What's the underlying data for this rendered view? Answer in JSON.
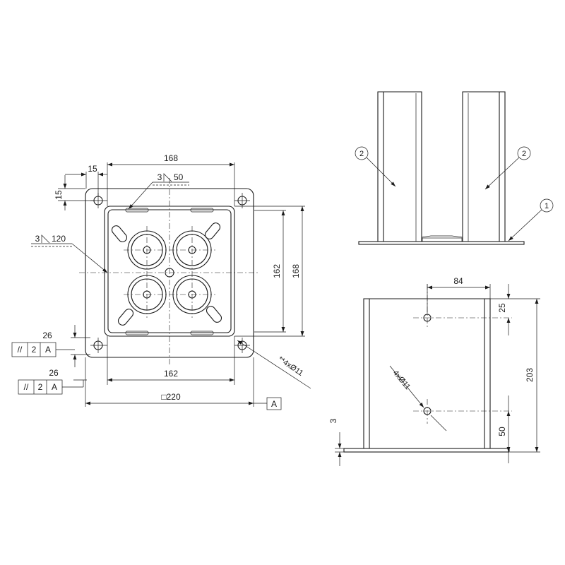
{
  "plan_view": {
    "dim_top_width": "168",
    "dim_edge_offset": "15",
    "dim_left_offset": "15",
    "weld_top": {
      "size": "3",
      "length": "50"
    },
    "weld_left": {
      "size": "3",
      "length": "120"
    },
    "dim_right_inner": "162",
    "dim_right_outer": "168",
    "tol_frame_1": {
      "symbol": "//",
      "value": "2",
      "datum": "A"
    },
    "tol_dim_1": "26",
    "tol_frame_2": {
      "symbol": "//",
      "value": "2",
      "datum": "A"
    },
    "tol_dim_2": "26",
    "dim_bottom_inner": "162",
    "dim_bottom_outer": "□220",
    "datum_label": "A",
    "hole_callout": "**4xØ11"
  },
  "front_view": {
    "balloon_left": "2",
    "balloon_right": "2",
    "balloon_base": "1"
  },
  "side_view": {
    "dim_hole_spacing": "84",
    "dim_top_offset": "25",
    "dim_height": "203",
    "dim_bottom_offset": "50",
    "dim_thickness": "3",
    "hole_callout": "4xØ11"
  }
}
